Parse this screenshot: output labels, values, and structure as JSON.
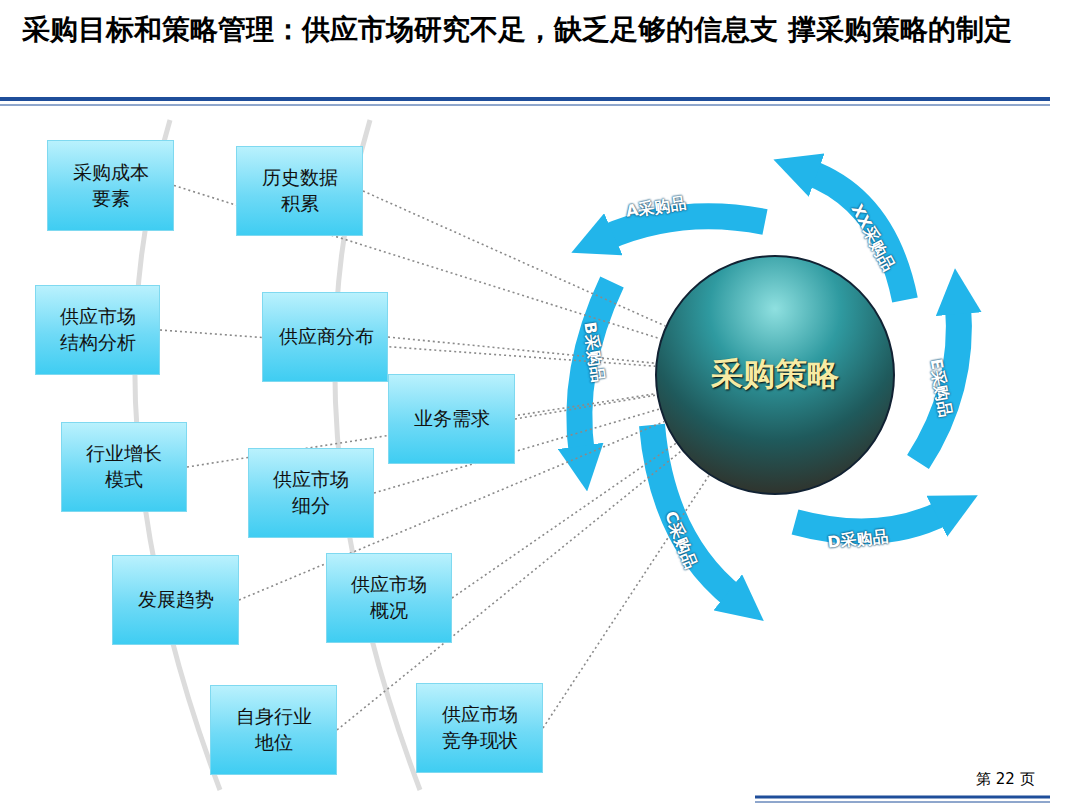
{
  "diagram": {
    "title": "采购目标和策略管理：供应市场研究不足，缺乏足够的信息支 撑采购策略的制定",
    "nodes": [
      {
        "text": [
          "采购成本 要素"
        ]
      },
      {
        "text": [
          "历史数据 积累"
        ]
      },
      {
        "text": [
          "供应市场 结构分析"
        ]
      },
      {
        "text": [
          "供应商分布"
        ]
      },
      {
        "text": [
          "业务需求"
        ]
      },
      {
        "text": [
          "行业增长 模式"
        ]
      },
      {
        "text": [
          "供应市场 细分"
        ]
      },
      {
        "text": [
          "发展趋势"
        ]
      },
      {
        "text": [
          "供应市场 概况"
        ]
      },
      {
        "text": [
          "自身行业 地位"
        ]
      },
      {
        "text": [
          "供应市场 竞争现状"
        ]
      },
      {
        "text": [
          "采购策略"
        ]
      }
    ],
    "edges": [
      {
        "from": 0,
        "to": 11,
        "arrow": "none"
      },
      {
        "from": 1,
        "to": 11,
        "arrow": "none"
      },
      {
        "from": 2,
        "to": 11,
        "arrow": "none"
      },
      {
        "from": 3,
        "to": 11,
        "arrow": "none"
      },
      {
        "from": 4,
        "to": 11,
        "arrow": "none"
      },
      {
        "from": 5,
        "to": 11,
        "arrow": "none"
      },
      {
        "from": 6,
        "to": 11,
        "arrow": "none"
      },
      {
        "from": 7,
        "to": 11,
        "arrow": "none"
      },
      {
        "from": 8,
        "to": 11,
        "arrow": "none"
      },
      {
        "from": 9,
        "to": 11,
        "arrow": "none"
      },
      {
        "from": 10,
        "to": 11,
        "arrow": "none"
      }
    ],
    "labels": [
      "A采购品",
      "XX采购品",
      "B采购品",
      "E采购品",
      "C采购品",
      "D采购品",
      "第 22 页"
    ]
  }
}
